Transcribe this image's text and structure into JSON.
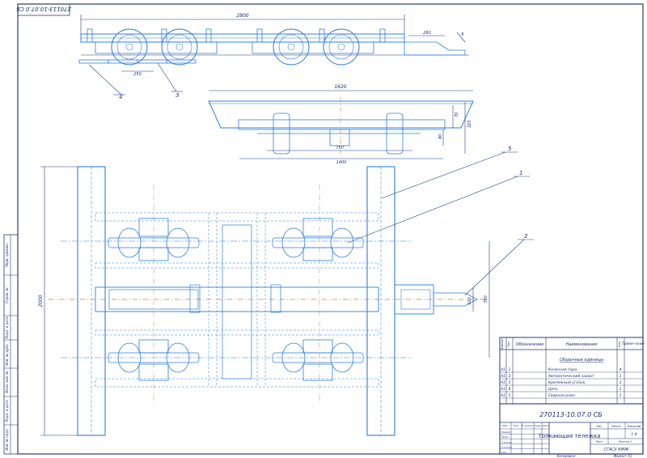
{
  "stamp_top": "270113-10.07.0 СБ",
  "dims": {
    "overall_length": "2800",
    "d_260": "260",
    "d_6": "6",
    "d_250": "250",
    "width_top": "1620",
    "d_750": "750",
    "d_1400": "1400",
    "d_70": "70",
    "d_325": "325",
    "d_80": "80",
    "height_plan": "2000",
    "d_780": "780",
    "d_100": "100"
  },
  "leaders": {
    "l1": "1",
    "l2": "2",
    "l3": "3",
    "l4": "4",
    "l5": "5"
  },
  "left_margin": {
    "m1": "Перв. примен.",
    "m2": "Справ. №",
    "m3": "Подп. и дата",
    "m4": "Инв. № дубл.",
    "m5": "Взам. инв. №",
    "m6": "Подп. и дата",
    "m7": "Инв. № подл."
  },
  "spec": {
    "headers": {
      "format": "Формат",
      "pos": "Поз.",
      "designation": "Обозначение",
      "name": "Наименование",
      "qty": "Кол.",
      "note": "Приме-чание"
    },
    "section": "Сборочные единицы",
    "rows": [
      {
        "fmt": "А1",
        "pos": "1",
        "name": "Колесная пара",
        "qty": "4"
      },
      {
        "fmt": "А1",
        "pos": "2",
        "name": "Автоматический захват",
        "qty": "1"
      },
      {
        "fmt": "А1",
        "pos": "3",
        "name": "Крепежный уголок",
        "qty": "2"
      },
      {
        "fmt": "А1",
        "pos": "4",
        "name": "Цепь",
        "qty": "1"
      },
      {
        "fmt": "А1",
        "pos": "5",
        "name": "Сварная рама",
        "qty": "1"
      }
    ]
  },
  "title_block": {
    "code": "270113-10.07.0 СБ",
    "title": "Толкающая тележка",
    "lit_h": "Лит.",
    "mass_h": "Масса",
    "scale_h": "Масштаб",
    "scale": "1:4",
    "sheet_h": "Лист",
    "sheets": "Листов 1",
    "org": "СГАСУ КМЖ",
    "roles": [
      "Изм.",
      "Лист",
      "№ докум.",
      "Подп.",
      "Дата"
    ],
    "people": [
      "Разраб.",
      "Пров.",
      "Т.контр.",
      "Н.контр.",
      "Утв."
    ],
    "copied": "Копировал",
    "format": "Формат А1"
  }
}
